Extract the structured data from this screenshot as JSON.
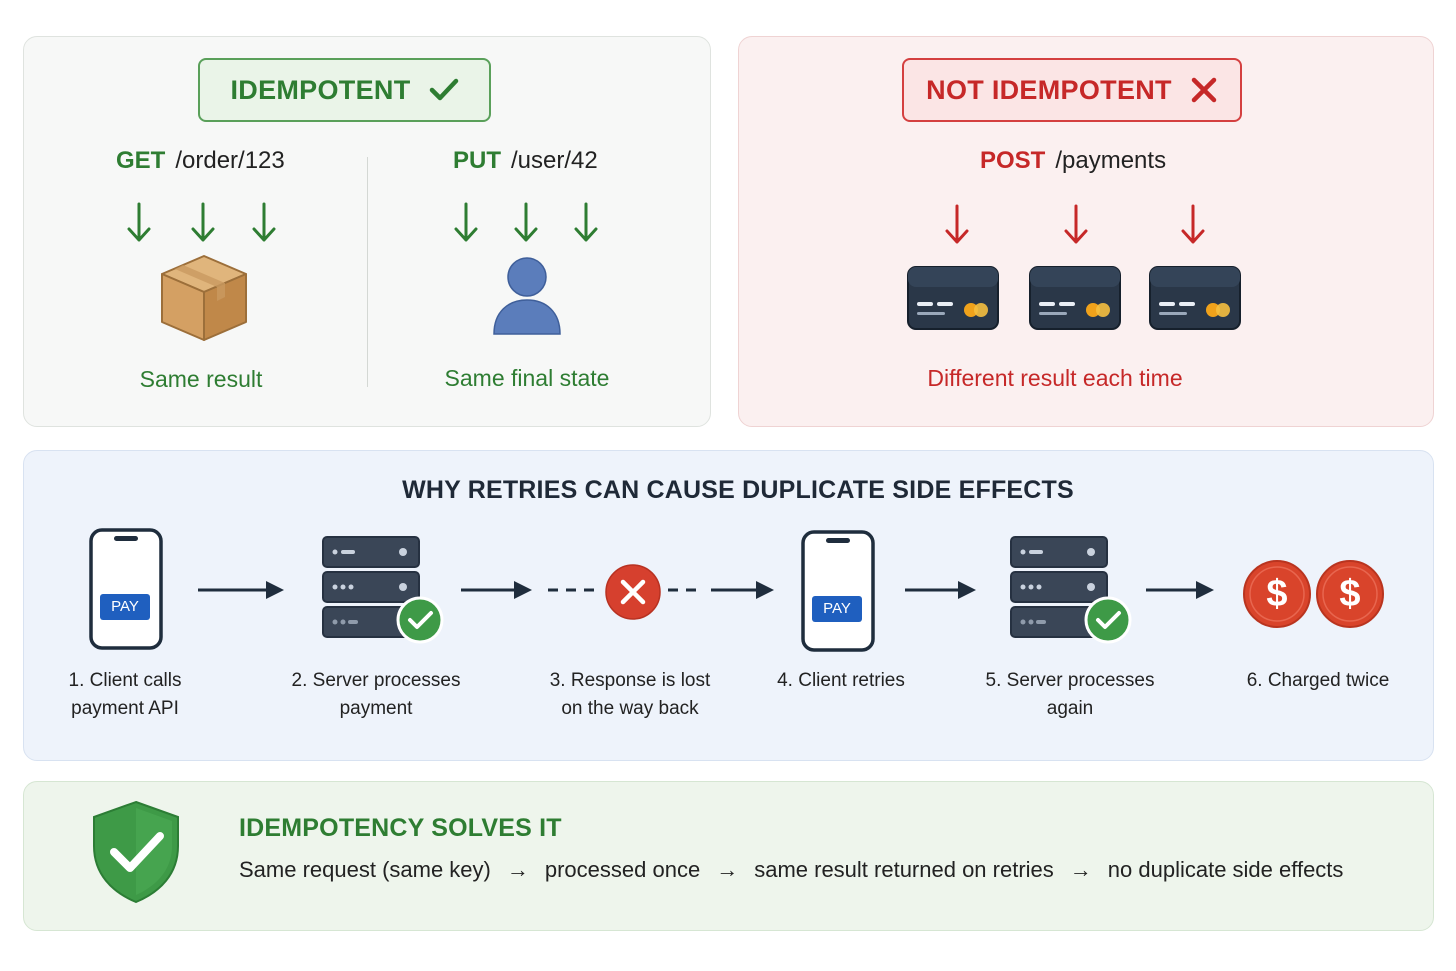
{
  "idempotent": {
    "tag": "IDEMPOTENT",
    "left_example": {
      "method": "GET",
      "path": "/order/123",
      "result": "Same result"
    },
    "right_example": {
      "method": "PUT",
      "path": "/user/42",
      "result": "Same final state"
    }
  },
  "not_idempotent": {
    "tag": "NOT IDEMPOTENT",
    "example": {
      "method": "POST",
      "path": "/payments",
      "result": "Different result each time"
    }
  },
  "retry_flow": {
    "title": "WHY RETRIES CAN CAUSE DUPLICATE SIDE EFFECTS",
    "pay_label": "PAY",
    "steps": [
      {
        "line1": "1. Client calls",
        "line2": "payment API"
      },
      {
        "line1": "2. Server processes",
        "line2": "payment"
      },
      {
        "line1": "3. Response is lost",
        "line2": "on the way back"
      },
      {
        "line1": "4. Client retries",
        "line2": ""
      },
      {
        "line1": "5. Server processes",
        "line2": "again"
      },
      {
        "line1": "6. Charged twice",
        "line2": ""
      }
    ],
    "currency_symbol": "$"
  },
  "solution": {
    "title": "IDEMPOTENCY SOLVES IT",
    "chain": [
      "Same request (same key)",
      "processed once",
      "same result returned on retries",
      "no duplicate side effects"
    ],
    "arrow": "→"
  },
  "colors": {
    "green": "#2e7d32",
    "red": "#c62828",
    "navy": "#1f2d3d",
    "pay_blue": "#1f5fbf",
    "coin": "#d9442b"
  },
  "icons": [
    "check-icon",
    "cross-icon",
    "down-arrow-icon",
    "box-icon",
    "user-icon",
    "credit-card-icon",
    "phone-icon",
    "server-icon",
    "error-icon",
    "dollar-coin-icon",
    "shield-check-icon"
  ]
}
